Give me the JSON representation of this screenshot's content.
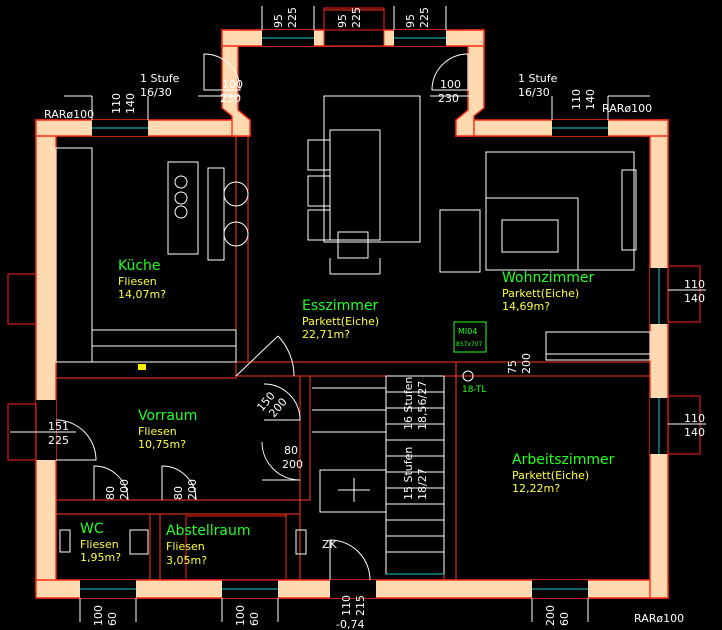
{
  "rooms": [
    {
      "name": "Küche",
      "floor": "Fliesen",
      "area": "14,07m?"
    },
    {
      "name": "Esszimmer",
      "floor": "Parkett(Eiche)",
      "area": "22,71m?"
    },
    {
      "name": "Wohnzimmer",
      "floor": "Parkett(Eiche)",
      "area": "14,69m?"
    },
    {
      "name": "Vorraum",
      "floor": "Fliesen",
      "area": "10,75m?"
    },
    {
      "name": "Arbeitszimmer",
      "floor": "Parkett(Eiche)",
      "area": "12,22m?"
    },
    {
      "name": "WC",
      "floor": "Fliesen",
      "area": "1,95m?"
    },
    {
      "name": "Abstellraum",
      "floor": "Fliesen",
      "area": "3,05m?"
    }
  ],
  "labels": {
    "rar_nw": "RARø100",
    "rar_ne": "RARø100",
    "rar_se": "RARø100",
    "stufe_left": "1 Stufe",
    "stufe_left_ratio": "16/30",
    "stufe_right": "1 Stufe",
    "stufe_right_ratio": "16/30",
    "stair_upper": "16 Stufen",
    "stair_upper_ratio": "18,56/27",
    "stair_lower": "15 Stufen",
    "stair_lower_ratio": "18/27",
    "zk": "ZK",
    "level": "-0,74",
    "m104": "MI04",
    "m104_sub": "857x707",
    "tl": "18-TL"
  },
  "dims": {
    "top_a1": "95",
    "top_a2": "225",
    "top_b1": "95",
    "top_b2": "225",
    "top_c1": "95",
    "top_c2": "225",
    "nw_win1": "110",
    "nw_win2": "140",
    "ne_win1": "110",
    "ne_win2": "140",
    "door_l1": "100",
    "door_l2": "230",
    "door_r1": "100",
    "door_r2": "230",
    "east1_a": "110",
    "east1_b": "140",
    "east2_a": "110",
    "east2_b": "140",
    "west_a": "151",
    "west_b": "225",
    "inner_a": "150",
    "inner_b": "200",
    "hall_a": "80",
    "hall_b": "200",
    "wc_a": "80",
    "wc_b": "200",
    "ab_a": "80",
    "ab_b": "200",
    "wohn_a": "75",
    "wohn_b": "200",
    "bot1_a": "100",
    "bot1_b": "60",
    "bot2_a": "100",
    "bot2_b": "60",
    "bot3_a": "110",
    "bot3_b": "215",
    "bot4_a": "200",
    "bot4_b": "60"
  }
}
